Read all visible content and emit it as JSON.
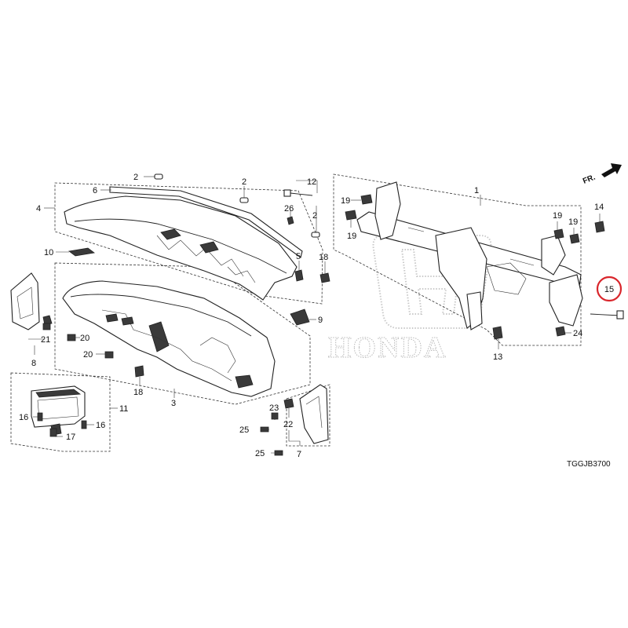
{
  "diagram": {
    "drawing_code": "TGGJB3700",
    "front_label": "FR.",
    "watermark": "HONDA",
    "highlight_color": "#d9262c",
    "highlighted_part": "15",
    "callouts": {
      "p1": "1",
      "p2a": "2",
      "p2b": "2",
      "p2c": "2",
      "p3": "3",
      "p4": "4",
      "p5": "5",
      "p6": "6",
      "p7": "7",
      "p8": "8",
      "p9": "9",
      "p10": "10",
      "p11": "11",
      "p12": "12",
      "p13": "13",
      "p14": "14",
      "p15": "15",
      "p16a": "16",
      "p16b": "16",
      "p17": "17",
      "p18a": "18",
      "p18b": "18",
      "p19a": "19",
      "p19b": "19",
      "p19c": "19",
      "p19d": "19",
      "p20a": "20",
      "p20b": "20",
      "p21": "21",
      "p22": "22",
      "p23": "23",
      "p24": "24",
      "p25a": "25",
      "p25b": "25",
      "p26": "26"
    }
  }
}
